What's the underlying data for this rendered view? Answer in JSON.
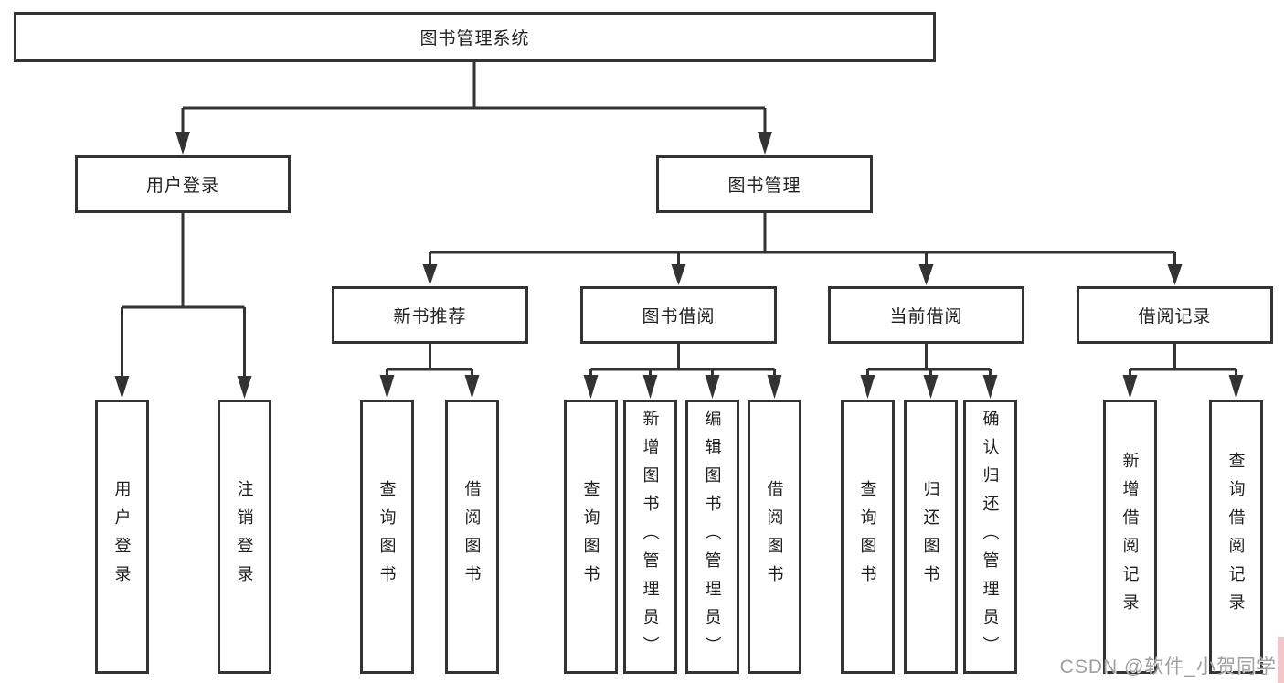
{
  "tree": {
    "label": "图书管理系统",
    "children": [
      {
        "label": "用户登录",
        "children": [
          {
            "label": "用户登录"
          },
          {
            "label": "注销登录"
          }
        ]
      },
      {
        "label": "图书管理",
        "children": [
          {
            "label": "新书推荐",
            "children": [
              {
                "label": "查询图书"
              },
              {
                "label": "借阅图书"
              }
            ]
          },
          {
            "label": "图书借阅",
            "children": [
              {
                "label": "查询图书"
              },
              {
                "label": "新增图书（管理员）"
              },
              {
                "label": "编辑图书（管理员）"
              },
              {
                "label": "借阅图书"
              }
            ]
          },
          {
            "label": "当前借阅",
            "children": [
              {
                "label": "查询图书"
              },
              {
                "label": "归还图书"
              },
              {
                "label": "确认归还（管理员）"
              }
            ]
          },
          {
            "label": "借阅记录",
            "children": [
              {
                "label": "新增借阅记录"
              },
              {
                "label": "查询借阅记录"
              }
            ]
          }
        ]
      }
    ]
  },
  "watermark": {
    "text": "CSDN @软件_小贺同学"
  },
  "colors": {
    "line": "#333333",
    "box_border": "#333333",
    "background": "#ffffff",
    "text": "#1f1f1f",
    "watermark_text": "#9f9f9f",
    "watermark_accent": "#f3c6ca"
  }
}
